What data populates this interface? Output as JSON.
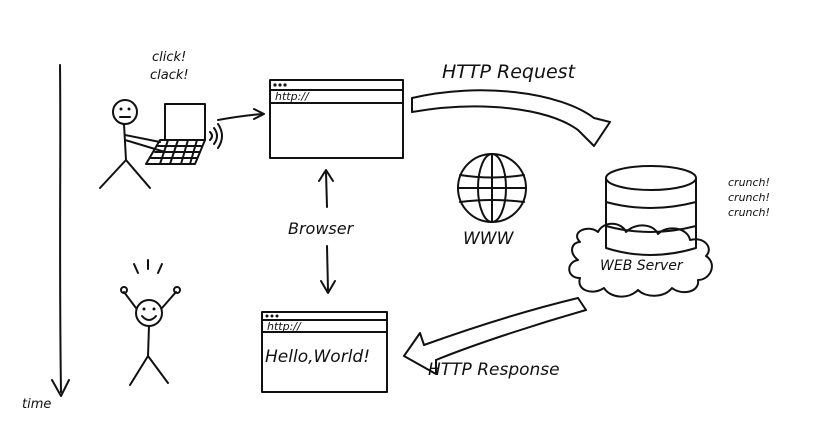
{
  "annotations": {
    "click": "click!",
    "clack": "clack!",
    "time": "time",
    "browser": "Browser",
    "www": "WWW",
    "web_server": "WEB Server",
    "http_request": "HTTP Request",
    "http_response": "HTTP Response",
    "crunch": [
      "crunch!",
      "crunch!",
      "crunch!"
    ]
  },
  "browser_top": {
    "address": "http://"
  },
  "browser_bottom": {
    "address": "http://",
    "content": "Hello,World!"
  }
}
